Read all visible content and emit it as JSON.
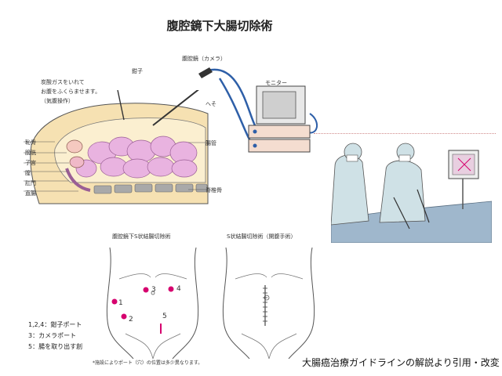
{
  "title": "腹腔鏡下大腸切除術",
  "anatomy": {
    "forceps": "鉗子",
    "laparoscope": "腹腔鏡（カメラ）",
    "gas_lines": [
      "炭酸ガスをいれて",
      "お腹をふくらませます。",
      "（気腹操作）"
    ],
    "navel": "へそ",
    "intestine": "腸管",
    "spine": "脊椎骨",
    "left_labels": [
      "恥骨",
      "膀胱",
      "子宮",
      "膣",
      "肛門",
      "直腸"
    ]
  },
  "monitor": {
    "label": "モニター"
  },
  "diagrams": {
    "left_title": "腹腔鏡下S状結腸切除術",
    "right_title": "S状結腸切除術（開腹手術）",
    "ports": [
      {
        "number": "1",
        "role": "forceps"
      },
      {
        "number": "2",
        "role": "forceps"
      },
      {
        "number": "3",
        "role": "camera"
      },
      {
        "number": "4",
        "role": "forceps"
      },
      {
        "number": "5",
        "role": "extraction"
      }
    ]
  },
  "legend": [
    "1,2,4：鉗子ポート",
    "3：カメラポート",
    "5：腸を取り出す創"
  ],
  "footnote": "*施設によりポート（穴）の位置は多少異なります。",
  "caption": "大腸癌治療ガイドラインの解説より引用・改変",
  "colors": {
    "port": "#d6006e",
    "intestine": "#e9b3e0",
    "skin": "#f6e1b2",
    "spine": "#a9a9a9",
    "cable": "#2e5fa8"
  }
}
